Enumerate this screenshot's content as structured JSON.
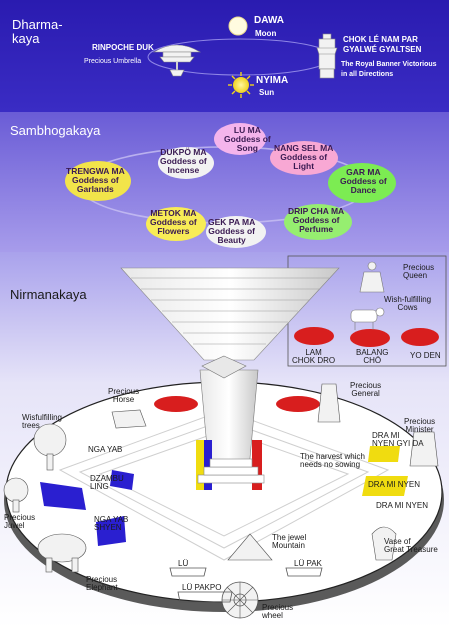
{
  "dharmakaya": {
    "title": "Dharma-\nkaya",
    "dawa": {
      "name": "DAWA",
      "meaning": "Moon"
    },
    "nyima": {
      "name": "NYIMA",
      "meaning": "Sun"
    },
    "umbrella": {
      "name": "RINPOCHE DUK",
      "meaning": "Precious Umbrella"
    },
    "banner": {
      "name1": "CHOK LÉ NAM PAR",
      "name2": "GYALWÉ GYALTSEN",
      "meaning1": "The Royal Banner Victorious",
      "meaning2": "in all Directions"
    }
  },
  "sambhogakaya": {
    "title": "Sambhogakaya",
    "goddesses": [
      {
        "name": "LU MA",
        "line1": "Goddess of",
        "line2": "Song",
        "color": "#f4b4ec"
      },
      {
        "name": "DUKPÖ MA",
        "line1": "Goddess of",
        "line2": "Incense",
        "color": "#f2f2f2"
      },
      {
        "name": "NANG SEL MA",
        "line1": "Goddess of",
        "line2": "Light",
        "color": "#f8a8d4"
      },
      {
        "name": "TRENGWA MA",
        "line1": "Goddess of",
        "line2": "Garlands",
        "color": "#f2e44a"
      },
      {
        "name": "GAR MA",
        "line1": "Goddess of",
        "line2": "Dance",
        "color": "#7cec52"
      },
      {
        "name": "METOK MA",
        "line1": "Goddess of",
        "line2": "Flowers",
        "color": "#f8ec56"
      },
      {
        "name": "GEK PA MA",
        "line1": "Goddess of",
        "line2": "Beauty",
        "color": "#f2f2f2"
      },
      {
        "name": "DRIP CHA MA",
        "line1": "Goddess of",
        "line2": "Perfume",
        "color": "#96ee70"
      }
    ]
  },
  "nirmanakaya": {
    "title": "Nirmanakaya",
    "queen": "Precious\nQueen",
    "cows": "Wish-fulfilling\nCows",
    "continents_right": [
      "LAM\nCHOK DRO",
      "BALANG\nCHÖ",
      "YO DEN"
    ],
    "general": "Precious\nGeneral",
    "minister": "Precious\nMinister",
    "horse": "Precious\nHorse",
    "trees": "Wisfulfilling\ntrees",
    "nga_yab_top": "NGA YAB",
    "dzambu_ling": "DZAMBU\nLING",
    "nga_yab_shyen": "NGA YAB\nSHYEN",
    "precious_jewel": "Precious\nJuwel",
    "dra_mi_nyen_gyi_da": "DRA MI\nNYEN GYI DA",
    "harvest": "The harvest which\nneeds no sowing",
    "dra_mi_nyen": "DRA MI NYEN",
    "dra_mi_nyen_2": "DRA MI NYEN",
    "jewel_mountain": "The jewel\nMountain",
    "vase": "Vase of\nGreat Treasure",
    "elephant": "Precious\nElephant",
    "lu": "LÜ",
    "lu_pakpo": "LÜ PAKPO",
    "lu_pak": "LÜ PAK",
    "wheel": "Precious\nwheel"
  },
  "colors": {
    "dharmakaya_band": "#2a1bb0",
    "sambhogakaya_band": "#8a7de0",
    "nirmanakaya_band": "#d8d4f4",
    "red_continent": "#d81e1e",
    "blue_continent": "#2a1fd0",
    "yellow_continent": "#f0dc10"
  }
}
